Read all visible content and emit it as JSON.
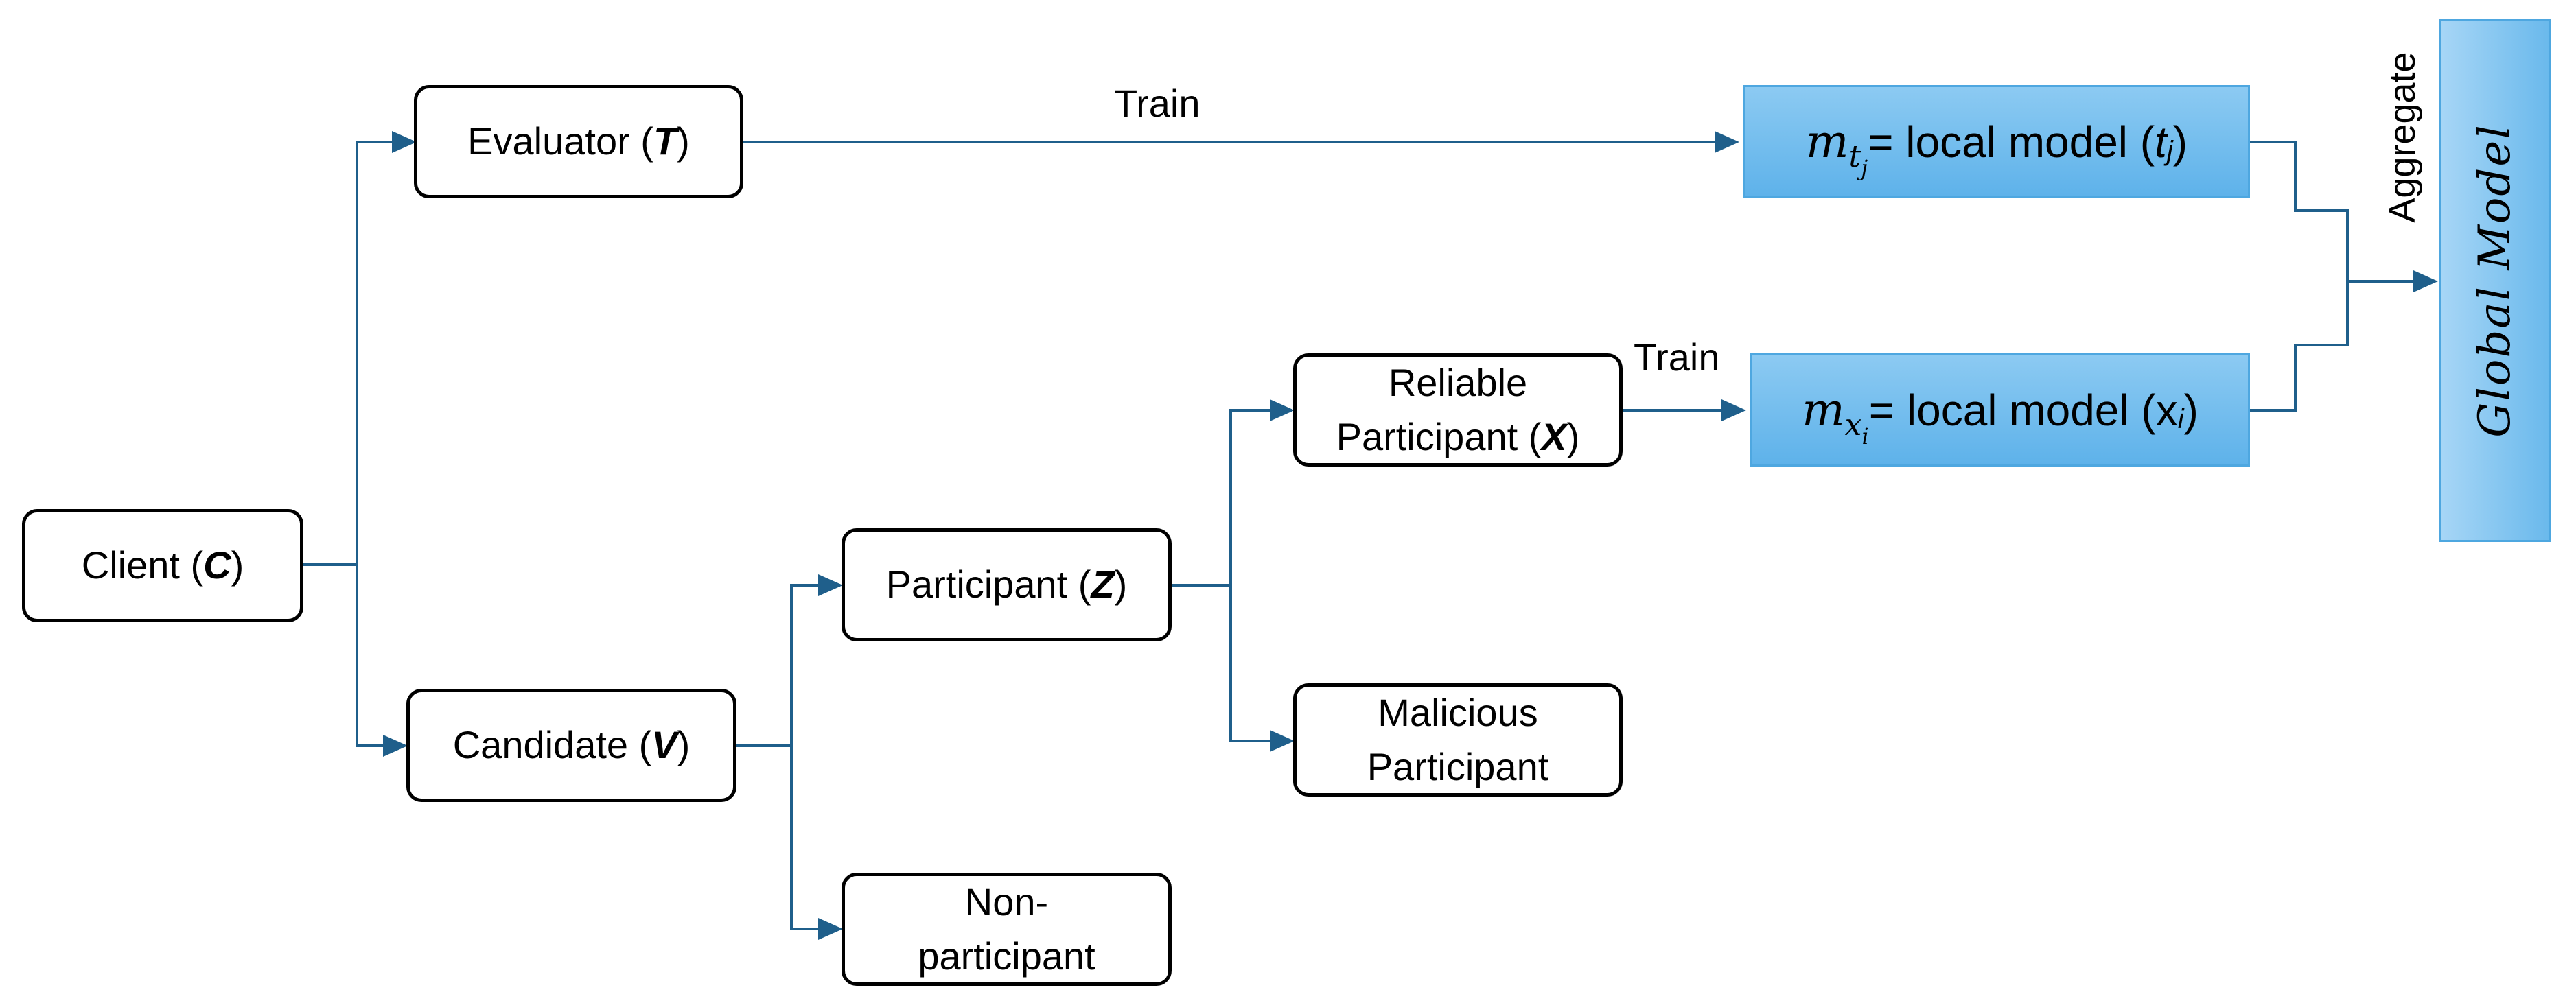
{
  "nodes": {
    "client": {
      "label": "Client (",
      "sym": "C",
      "close": ")"
    },
    "evaluator": {
      "label": "Evaluator (",
      "sym": "T",
      "close": ")"
    },
    "candidate": {
      "label": "Candidate (",
      "sym": "V",
      "close": ")"
    },
    "participant": {
      "label": "Participant (",
      "sym": "Z",
      "close": ")"
    },
    "nonparticipant": {
      "line1": "Non-",
      "line2": "participant"
    },
    "reliable": {
      "line1": "Reliable",
      "line2": "Participant (",
      "sym": "X",
      "close": ")"
    },
    "malicious": {
      "line1": "Malicious",
      "line2": "Participant"
    }
  },
  "models": {
    "teacher": {
      "m": "m",
      "sub": "t",
      "subsub": "j",
      "text": "= local model (",
      "arg": "t",
      "argsub": "j",
      "close": ")"
    },
    "participant": {
      "m": "m",
      "sub": "x",
      "subsub": "i",
      "text": "= local model (x",
      "argsub": "i",
      "close": ")"
    }
  },
  "global_model": "Global Model",
  "edge_labels": {
    "train_top": "Train",
    "train_mid": "Train",
    "aggregate": "Aggregate"
  },
  "colors": {
    "edge": "#1f5f8b",
    "model_fill": "#6ab9ec",
    "model_border": "#4ea7e0"
  }
}
